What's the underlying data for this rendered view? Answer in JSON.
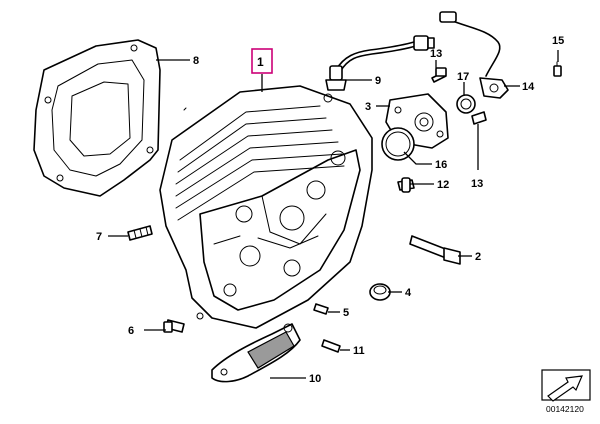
{
  "diagram": {
    "highlight_color": "#cc0077",
    "highlighted_callout": "1",
    "callouts": {
      "c1": "1",
      "c2": "2",
      "c3": "3",
      "c4": "4",
      "c5": "5",
      "c6": "6",
      "c7": "7",
      "c8": "8",
      "c9": "9",
      "c10": "10",
      "c11": "11",
      "c12": "12",
      "c13a": "13",
      "c13b": "13",
      "c14": "14",
      "c15": "15",
      "c16": "16",
      "c17": "17"
    },
    "diagram_id": "00142120"
  }
}
